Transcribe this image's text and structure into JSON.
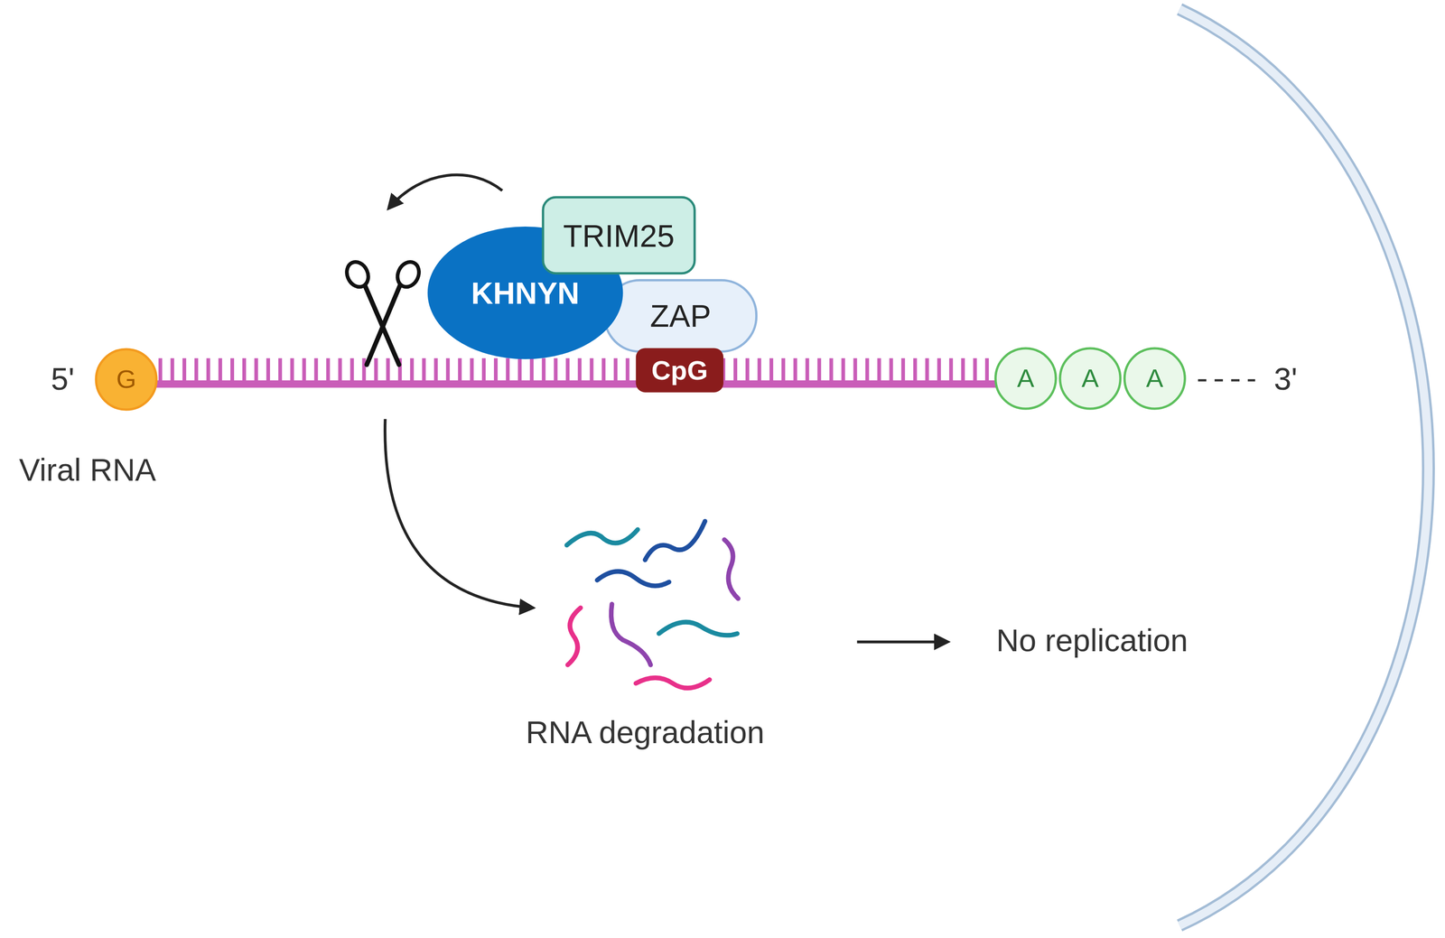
{
  "diagram": {
    "nodes": [
      {
        "text": [
          "TRIM25"
        ]
      },
      {
        "text": [
          "KHNYN"
        ]
      },
      {
        "text": [
          "ZAP"
        ]
      },
      {
        "text": [
          "G"
        ]
      },
      {
        "text": [
          "CpG"
        ]
      },
      {
        "text": [
          "A"
        ]
      },
      {
        "text": [
          "A"
        ]
      },
      {
        "text": [
          "A"
        ]
      }
    ],
    "labels": [
      "5'",
      "3'",
      "Viral RNA",
      "RNA degradation",
      "No replication"
    ]
  }
}
